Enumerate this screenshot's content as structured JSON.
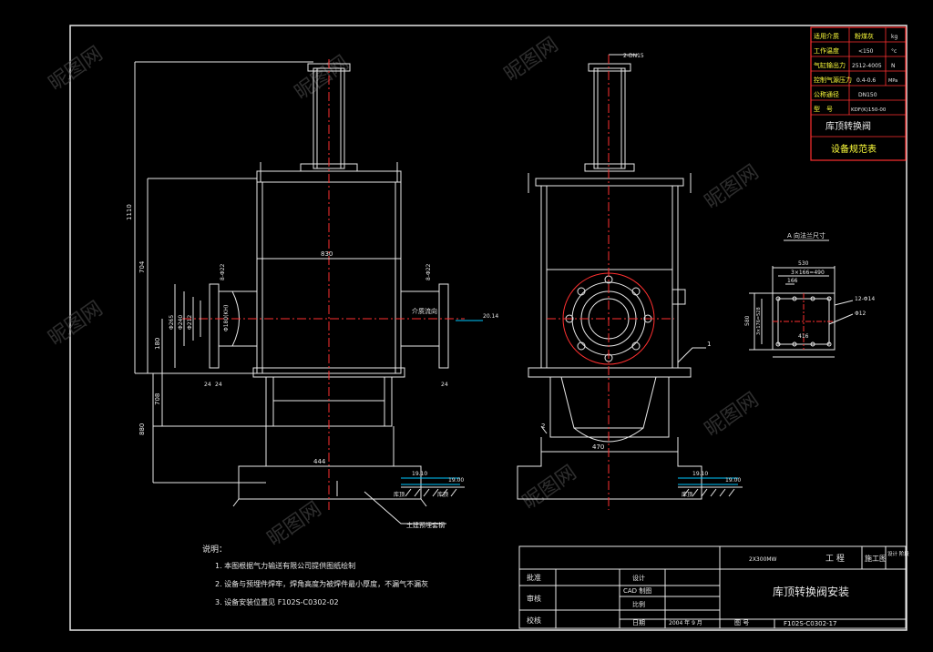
{
  "spec_table": {
    "rows": [
      {
        "label": "适用介质",
        "value": "粉煤灰",
        "unit": "kg"
      },
      {
        "label": "工作温度",
        "value": "<150",
        "unit": "°c"
      },
      {
        "label": "气缸输出力",
        "value": "2512-4005",
        "unit": "N"
      },
      {
        "label": "控制气源压力",
        "value": "0.4-0.6",
        "unit": "MPa"
      },
      {
        "label": "公称通径",
        "value": "DN150",
        "unit": ""
      },
      {
        "label": "型　号",
        "value": "KDF(K)150-00",
        "unit": ""
      }
    ],
    "name": "库顶转换阀",
    "caption": "设备规范表"
  },
  "front_view": {
    "dims": {
      "total_height": "1110",
      "upper_height": "704",
      "lower_height": "880",
      "body_width": "830",
      "base_width": "444",
      "left_mid": "180",
      "left_low": "708",
      "flange_holes_left": "8-Φ22",
      "flange_holes_right": "8-Φ22",
      "dia_1": "Φ265",
      "dia_2": "Φ240",
      "dia_3": "Φ212",
      "dia_inner": "Φ180(KH)",
      "small_1": "24",
      "small_2": "24",
      "small_3": "24"
    },
    "flow_label": "介质流向",
    "elev_outlet": "20.14",
    "elev_floor_1": "19.10",
    "elev_floor_2": "19.00",
    "floor_label_1": "库顶",
    "floor_label_2": "库顶",
    "ref_label": "土建预埋套钢"
  },
  "side_view": {
    "pipe_label": "2-DN15",
    "base_width": "470",
    "callout_1": "1",
    "callout_2": "2",
    "elev_floor_1": "19.10",
    "elev_floor_2": "19.00",
    "floor_label": "库顶"
  },
  "detail_a": {
    "title": "A 向法兰尺寸",
    "top": "530",
    "sub": "3×166=490",
    "small": "166",
    "left": "580",
    "left_sub": "3×176=528",
    "holes": "12-Φ14",
    "dia": "Φ12",
    "bottom": "416"
  },
  "notes": {
    "title": "说明：",
    "items": [
      "1. 本图根据气力输送有限公司提供图纸绘制",
      "2. 设备与预埋件焊牢，焊角高度为被焊件最小厚度，不漏气不漏灰",
      "3. 设备安装位置见 F102S-C0302-02"
    ]
  },
  "title_block": {
    "project_code": "2X300MW",
    "project_label": "工 程",
    "stage": "施工图",
    "stage_side": "设计 阶段",
    "row_labels": [
      "批准",
      "审核",
      "校核"
    ],
    "col_labels": [
      "设计",
      "CAD 制图",
      "比例",
      "日期"
    ],
    "date": "2004 年 9 月",
    "drawing_no_label": "图 号",
    "title": "库顶转换阀安装",
    "drawing_no": "F102S-C0302-17"
  },
  "watermark": "昵图网"
}
